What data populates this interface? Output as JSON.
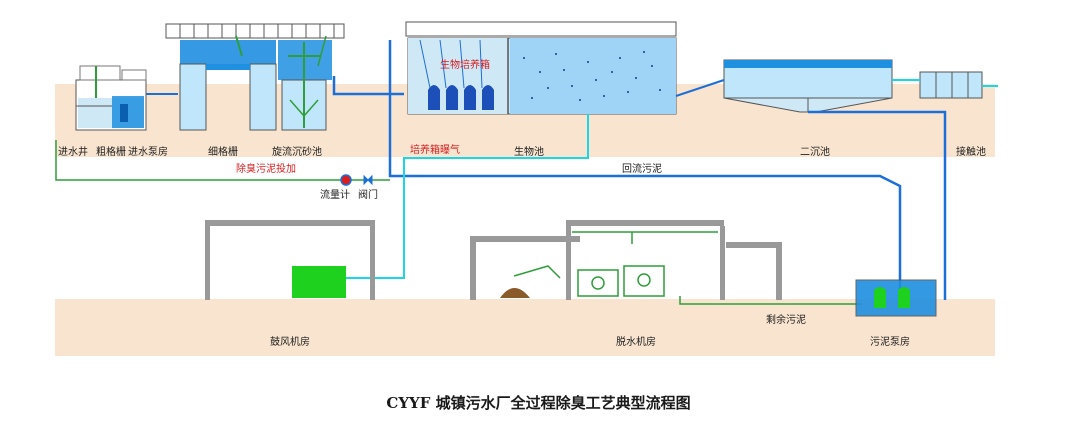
{
  "caption": "CYYF 城镇污水厂全过程除臭工艺典型流程图",
  "units": {
    "inlet_well": "进水井",
    "coarse_screen": "粗格栅",
    "inlet_pump": "进水泵房",
    "fine_screen": "细格栅",
    "grit_chamber": "旋流沉砂池",
    "bio_aeration": "培养箱曝气",
    "bio_tank": "生物池",
    "bio_culture_box": "生物培养箱",
    "secondary_clarifier": "二沉池",
    "contact_tank": "接触池",
    "blower_room": "鼓风机房",
    "dewatering_room": "脱水机房",
    "sludge_pump_room": "污泥泵房"
  },
  "flows": {
    "deodor_sludge": "除臭污泥投加",
    "flowmeter": "流量计",
    "valve": "阀门",
    "return_sludge": "回流污泥",
    "excess_sludge": "剩余污泥"
  },
  "colors": {
    "water": "#1f8fe0",
    "water_light": "#bfe6fa",
    "pipe_blue": "#1d6fd8",
    "pipe_cyan": "#1ad6e6",
    "pipe_green": "#2f9e3a",
    "ground": "#f9e5cf",
    "label_red": "#d81e1e",
    "equipment_green": "#1ed11e"
  }
}
